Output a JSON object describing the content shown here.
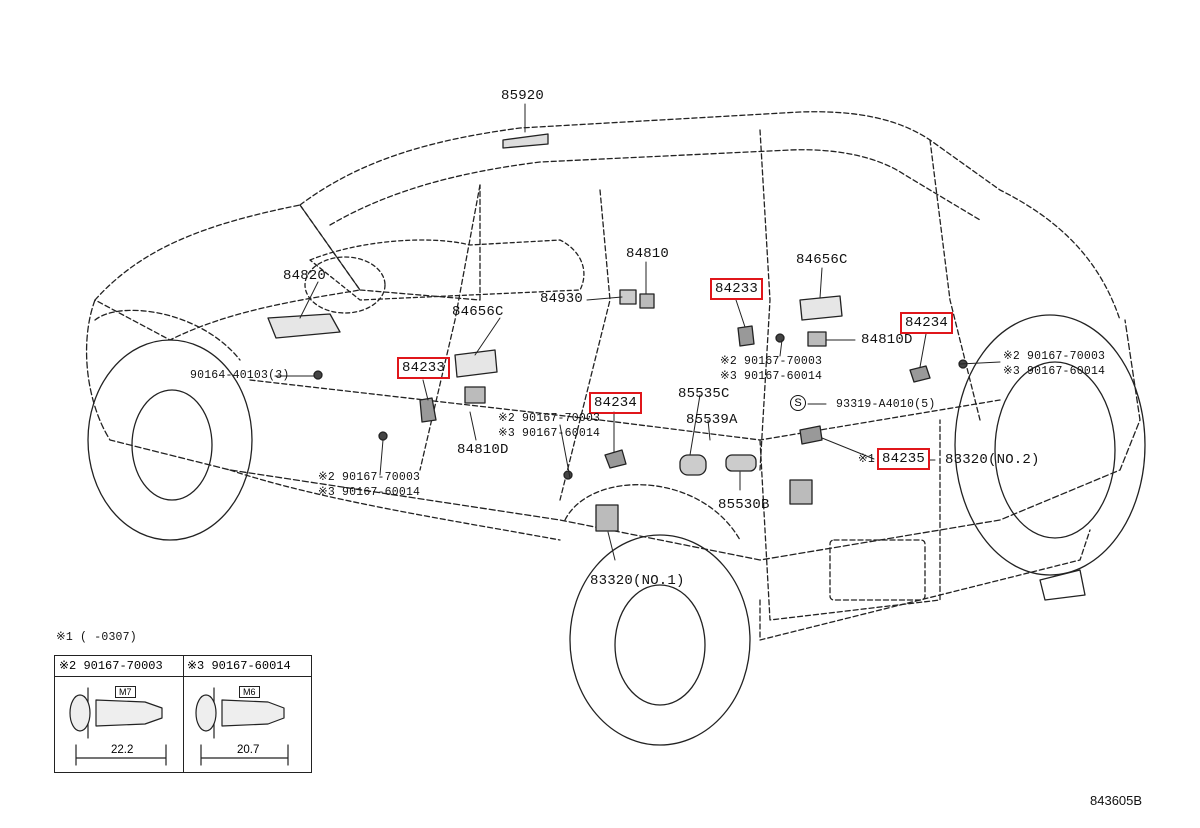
{
  "labels": {
    "p85920": "85920",
    "p84820": "84820",
    "p84656c_front": "84656C",
    "p84930": "84930",
    "p84810": "84810",
    "p84233_rear": "84233",
    "p84656c_rear": "84656C",
    "p84234_rear": "84234",
    "p84810d_rear": "84810D",
    "p90164": "90164-40103(3)",
    "p84233_front": "84233",
    "p84234_front": "84234",
    "p85535c": "85535C",
    "p85539a": "85539A",
    "p93319": "93319-A4010(5)",
    "p84235": "84235",
    "p83320_no2": "83320(NO.2)",
    "p84810d_front": "84810D",
    "p85530b": "85530B",
    "p83320_no1": "83320(NO.1)",
    "s_mark": "S",
    "mark1_prefix": "※1"
  },
  "bolt_notes": {
    "rear_right_a": "※2 90167-70003",
    "rear_right_b": "※3 90167-60014",
    "rear_left_a": "※2 90167-70003",
    "rear_left_b": "※3 90167-60014",
    "center_a": "※2 90167-70003",
    "center_b": "※3 90167-60014",
    "front_a": "※2 90167-70003",
    "front_b": "※3 90167-60014"
  },
  "legend": {
    "note": "※1 (     -0307)",
    "left_head": "※2 90167-70003",
    "right_head": "※3 90167-60014",
    "left_thread": "M7",
    "right_thread": "M6",
    "left_length": "22.2",
    "right_length": "20.7"
  },
  "highlighted_parts": [
    "84233",
    "84233",
    "84234",
    "84234",
    "84235"
  ],
  "colors": {
    "highlight": "#e0161b",
    "line": "#222222",
    "background": "#ffffff"
  },
  "figure_id": "843605B"
}
